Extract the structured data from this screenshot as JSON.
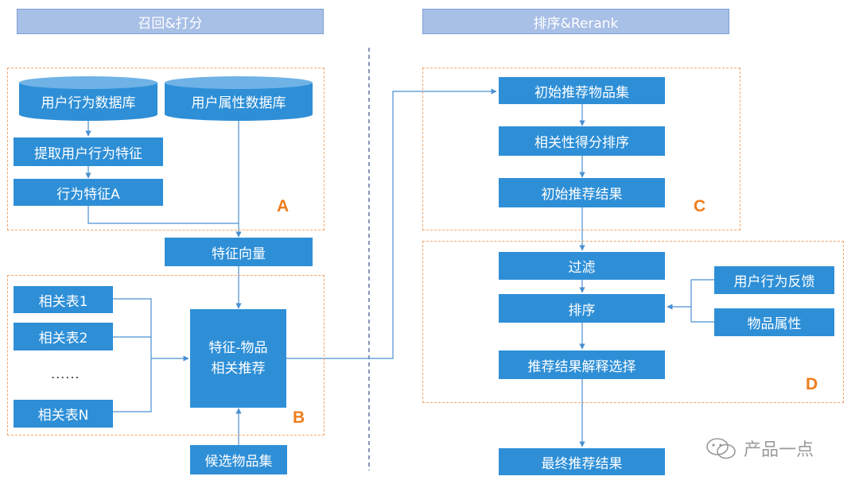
{
  "headers": {
    "left": "召回&打分",
    "right": "排序&Rerank"
  },
  "groups": {
    "a": "A",
    "b": "B",
    "c": "C",
    "d": "D"
  },
  "nodes": {
    "user_behavior_db": "用户行为数据库",
    "user_attr_db": "用户属性数据库",
    "extract_features": "提取用户行为特征",
    "behavior_feature_a": "行为特征A",
    "feature_vector": "特征向量",
    "related_table_1": "相关表1",
    "related_table_2": "相关表2",
    "ellipsis": "......",
    "related_table_n": "相关表N",
    "feature_item_line1": "特征-物品",
    "feature_item_line2": "相关推荐",
    "candidate_items": "候选物品集",
    "initial_set": "初始推荐物品集",
    "relevance_rank": "相关性得分排序",
    "initial_result": "初始推荐结果",
    "filter": "过滤",
    "rank": "排序",
    "user_feedback": "用户行为反馈",
    "item_attr": "物品属性",
    "explain_select": "推荐结果解释选择",
    "final_result": "最终推荐结果"
  },
  "watermark": "产品一点",
  "colors": {
    "box": "#2e8fd7",
    "header": "#a8bfe6",
    "group_border": "#f3a367",
    "group_label": "#f07c1a",
    "divider": "#3a4f8a"
  }
}
